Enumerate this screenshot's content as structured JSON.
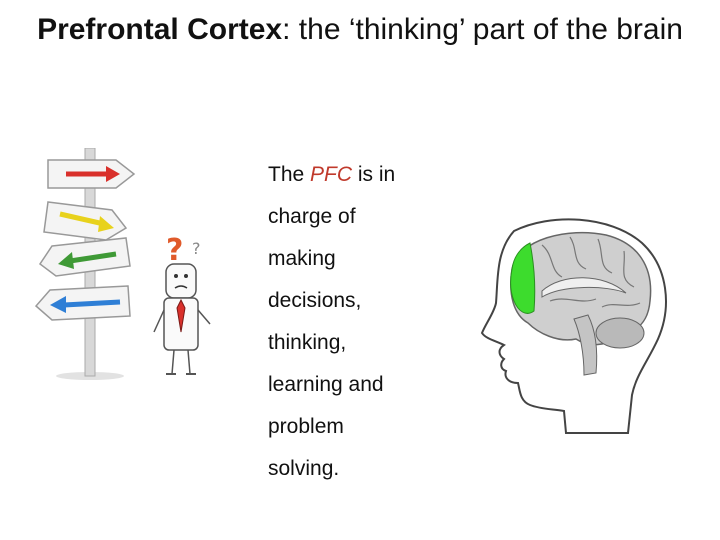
{
  "slide": {
    "title_bold": "Prefrontal Cortex",
    "title_rest": ": the ‘thinking’ part of the brain",
    "body": {
      "prefix": "The ",
      "highlight": "PFC",
      "first_line_suffix": " is in",
      "lines": [
        "charge of",
        "making",
        "decisions,",
        "thinking,",
        "learning and",
        "problem",
        "solving."
      ]
    }
  },
  "colors": {
    "highlight": "#c0392b",
    "arrow_red": "#d9302b",
    "arrow_yellow": "#e8d21c",
    "arrow_green": "#3f9a36",
    "arrow_blue": "#2f7fd6",
    "prefrontal_region": "#3ddc2d"
  },
  "icons": {
    "signpost": "signpost-illustration",
    "person": "confused-person-illustration",
    "brain": "brain-head-illustration"
  }
}
